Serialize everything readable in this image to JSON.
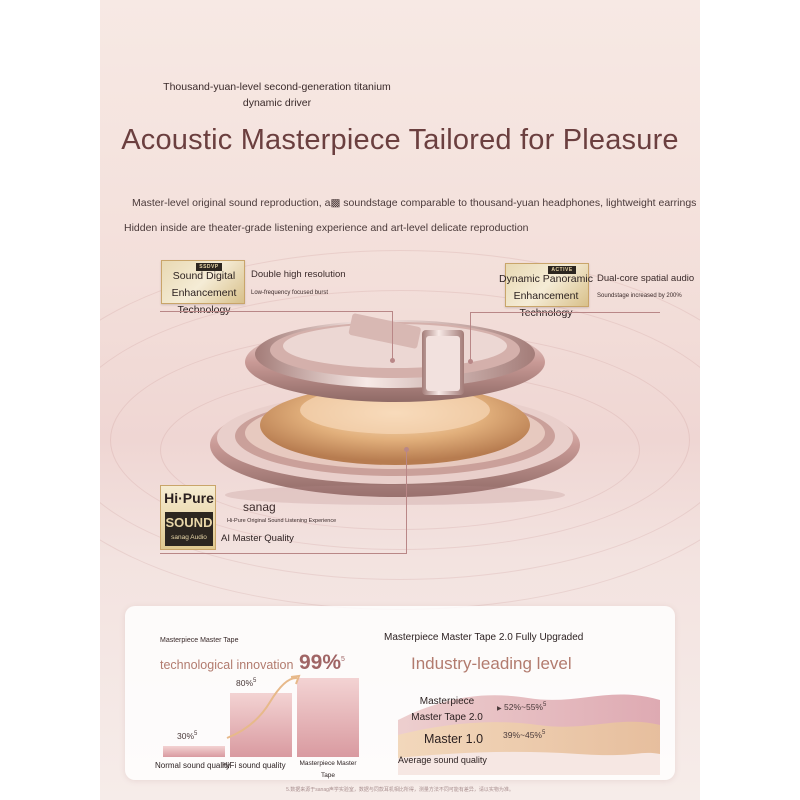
{
  "header": {
    "subtitle": "Thousand-yuan-level second-generation titanium dynamic driver",
    "title": "Acoustic Masterpiece Tailored for Pleasure",
    "desc_line1": "Master-level original sound reproduction, a▩ soundstage comparable to thousand-yuan headphones, lightweight earrings",
    "desc_line2": "Hidden inside are theater-grade listening experience and art-level delicate reproduction"
  },
  "features": {
    "left": {
      "badge_tag": "SSDVP",
      "badge_text": "Sound Digital Enhancement Technology",
      "title": "Double high resolution",
      "sub": "Low-frequency focused burst"
    },
    "right": {
      "badge_tag": "ACTIVE",
      "badge_text": "Dynamic Panoramic Enhancement Technology",
      "title": "Dual-core spatial audio",
      "sub": "Soundstage increased by 200%"
    },
    "hipure": {
      "logo_top": "Hi·Pure",
      "logo_mid": "SOUND",
      "logo_bottom": "sanag Audio",
      "brand": "sanag",
      "sub": "Hi-Pure Original Sound Listening Experience",
      "label": "AI Master Quality"
    }
  },
  "comparison": {
    "left": {
      "heading": "Masterpiece Master Tape",
      "subheading": "technological innovation",
      "big_percent": "99%",
      "big_sup": "5",
      "bars": [
        {
          "label": "Normal sound quality",
          "percent": "30%",
          "sup": "5",
          "value": 30
        },
        {
          "label": "HiFi sound quality",
          "percent": "80%",
          "sup": "5",
          "value": 80
        },
        {
          "label": "Masterpiece Master Tape",
          "percent": "99%",
          "sup": "5",
          "value": 99
        }
      ]
    },
    "right": {
      "heading": "Masterpiece Master Tape 2.0 Fully Upgraded",
      "lead": "Industry-leading level",
      "row1_label": "Masterpiece Master Tape 2.0",
      "row1_value": "52%~55%",
      "row1_sup": "5",
      "row2_label": "Master 1.0",
      "row2_value": "39%~45%",
      "row2_sup": "5",
      "row3_label": "Average sound quality"
    }
  },
  "footnote": "5.数据来源于sanag声学实验室，数据与同款耳机相比所得，测量方法不同可能有差异，请以实物为准。",
  "colors": {
    "accent": "#a06565",
    "title": "#6b3f3f",
    "gold": "#c9a56a"
  }
}
